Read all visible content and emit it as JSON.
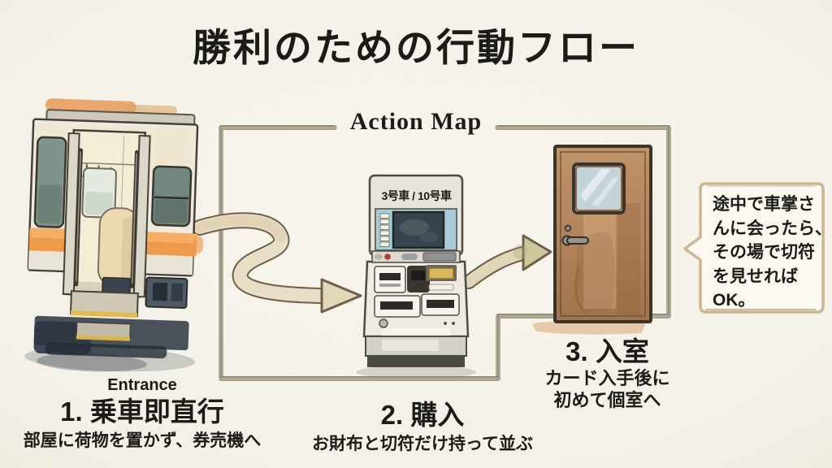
{
  "title": "勝利のための行動フロー",
  "map_label": "Action Map",
  "machine": {
    "sign": "3号車 / 10号車"
  },
  "steps": [
    {
      "tag": "Entrance",
      "heading": "1. 乗車即直行",
      "description": "部屋に荷物を置かず、券売機へ"
    },
    {
      "heading": "2. 購入",
      "description": "お財布と切符だけ持って並ぶ"
    },
    {
      "heading": "3. 入室",
      "description_line1": "カード入手後に",
      "description_line2": "初めて個室へ"
    }
  ],
  "callout": {
    "lines": [
      "途中で車掌さ",
      "んに会ったら、",
      "その場で切符",
      "を見せれば",
      "OK。"
    ]
  },
  "colors": {
    "background": "#f5f3ea",
    "ink": "#1c1b18",
    "flow_line": "#aba28f",
    "arrow_fill": "#e8ddc4",
    "arrow_outline": "#6f5f4a",
    "train_stripe": "#ee9a4c",
    "train_body": "#efeadd",
    "machine_panel": "#a6cbd9",
    "machine_screen": "#35454e",
    "door_wood": "#b5885c",
    "door_window": "#c2d3da",
    "bubble_bg": "#faf8ef",
    "bubble_border": "#c9b692"
  }
}
